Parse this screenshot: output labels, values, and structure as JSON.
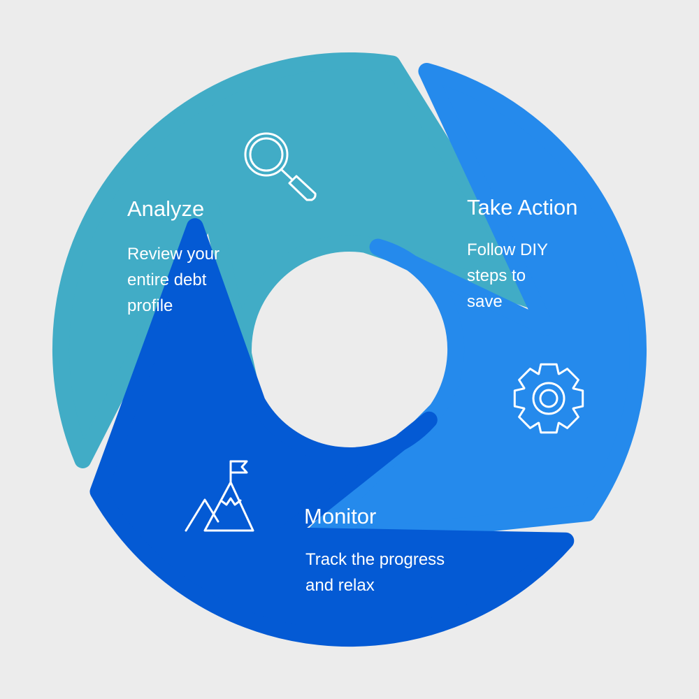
{
  "colors": {
    "background": "#ececec",
    "analyze": "#41acc6",
    "take_action": "#258aec",
    "monitor": "#045ad4",
    "icon_stroke": "#ffffff"
  },
  "segments": [
    {
      "id": "analyze",
      "title": "Analyze",
      "description": "Review your\nentire debt\nprofile",
      "icon": "magnifier-icon"
    },
    {
      "id": "take_action",
      "title": "Take Action",
      "description": "Follow DIY\nsteps to\nsave",
      "icon": "gear-icon"
    },
    {
      "id": "monitor",
      "title": "Monitor",
      "description": "Track the progress\nand relax",
      "icon": "mountain-flag-icon"
    }
  ]
}
